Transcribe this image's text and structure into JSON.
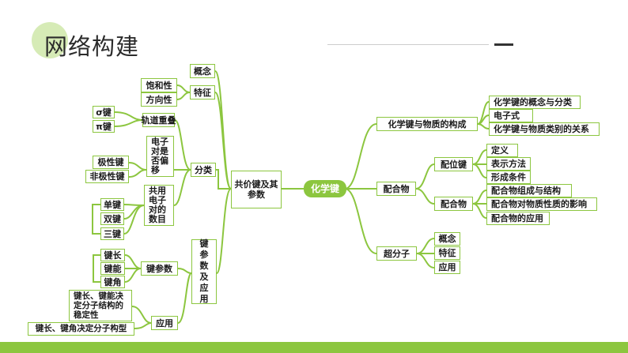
{
  "header": {
    "title": "网络构建"
  },
  "colors": {
    "accent": "#8cc63f",
    "accent_light": "#cfe8a9",
    "text": "#1a1a1a"
  },
  "center": {
    "label": "化学键"
  },
  "left": {
    "main": {
      "label": "共价键及其参数"
    },
    "features": {
      "gainian": "概念",
      "tezheng": "特征",
      "baohexing": "饱和性",
      "fangxiangxing": "方向性"
    },
    "classification": {
      "label": "分类",
      "orbital_overlap": "轨道重叠",
      "sigma": "σ键",
      "pi": "π键",
      "electron_shift": "电子对是否偏移",
      "polar": "极性键",
      "nonpolar": "非极性键",
      "shared_pairs": "共用电子对的数目",
      "single": "单键",
      "double": "双键",
      "triple": "三键"
    },
    "parameters": {
      "label": "键参数及应用",
      "bond_params": "键参数",
      "length": "键长",
      "energy": "键能",
      "angle": "键角",
      "application": "应用",
      "app_stability": "键长、键能决定分子结构的稳定性",
      "app_shape": "键长、键角决定分子构型"
    }
  },
  "right": {
    "bond_matter": {
      "label": "化学键与物质的构成",
      "items": [
        "化学键的概念与分类",
        "电子式",
        "化学键与物质类别的关系"
      ]
    },
    "complex": {
      "label": "配合物",
      "coord_bond": "配位键",
      "coord_items": [
        "定义",
        "表示方法",
        "形成条件"
      ],
      "complex_label": "配合物",
      "complex_items": [
        "配合物组成与结构",
        "配合物对物质性质的影响",
        "配合物的应用"
      ]
    },
    "supramolecule": {
      "label": "超分子",
      "items": [
        "概念",
        "特征",
        "应用"
      ]
    }
  }
}
